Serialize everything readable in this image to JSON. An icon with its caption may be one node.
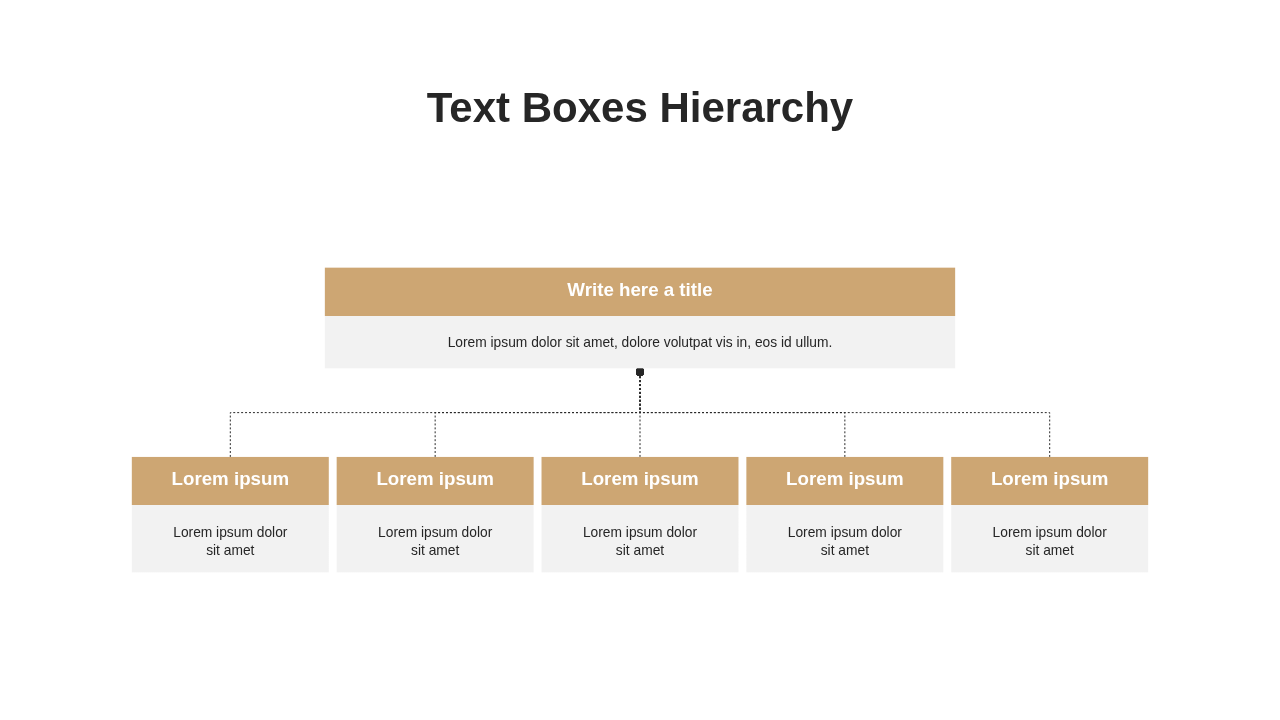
{
  "diagram": {
    "title": "Text Boxes Hierarchy",
    "nodes": [
      {
        "text": [
          "Write here a title",
          "Lorem ipsum dolor sit amet, dolore volutpat vis in, eos id ullum."
        ]
      },
      {
        "text": [
          "Lorem ipsum",
          "Lorem ipsum dolor sit amet"
        ]
      },
      {
        "text": [
          "Lorem ipsum",
          "Lorem ipsum dolor sit amet"
        ]
      },
      {
        "text": [
          "Lorem ipsum",
          "Lorem ipsum dolor sit amet"
        ]
      },
      {
        "text": [
          "Lorem ipsum",
          "Lorem ipsum dolor sit amet"
        ]
      },
      {
        "text": [
          "Lorem ipsum",
          "Lorem ipsum dolor sit amet"
        ]
      }
    ],
    "edges": [
      {
        "from": 0,
        "to": 1,
        "arrow": "other",
        "style": "dashed"
      },
      {
        "from": 0,
        "to": 2,
        "arrow": "other",
        "style": "dashed"
      },
      {
        "from": 0,
        "to": 3,
        "arrow": "other",
        "style": "dashed"
      },
      {
        "from": 0,
        "to": 4,
        "arrow": "other",
        "style": "dashed"
      },
      {
        "from": 0,
        "to": 5,
        "arrow": "other",
        "style": "dashed"
      }
    ]
  }
}
